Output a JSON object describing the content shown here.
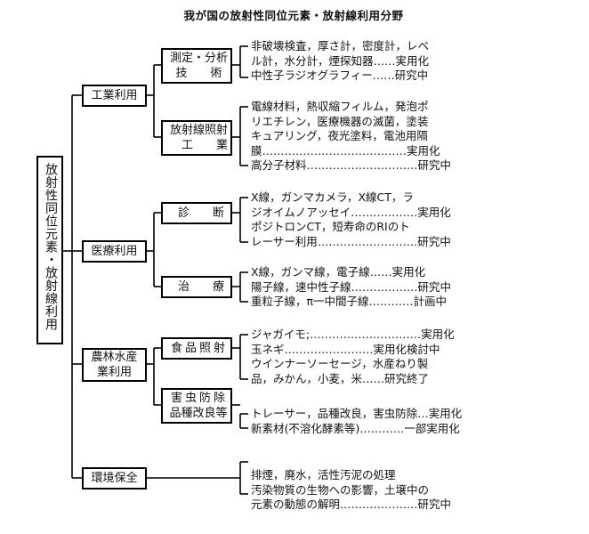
{
  "title": "我が国の放射性同位元素・放射線利用分野",
  "root": "放射性同位元素・放射線利用",
  "categories": [
    {
      "label": "工業利用"
    },
    {
      "label": "医療利用"
    },
    {
      "label": "農林水産業利用",
      "line1": "農林水産",
      "line2": "業利用"
    },
    {
      "label": "環境保全"
    }
  ],
  "subcategories": [
    {
      "line1": "測定・分析",
      "line2": "技　　術"
    },
    {
      "line1": "放射線照射",
      "line2": "工　　業"
    },
    {
      "line1": "診　　断"
    },
    {
      "line1": "治　　療"
    },
    {
      "line1": "食品照射"
    },
    {
      "line1": "害虫防除",
      "line2": "品種改良等"
    }
  ],
  "leaves": [
    {
      "lines": [
        "非破壊検査，厚さ計，密度計，レベ",
        "ル計，水分計，煙探知器……実用化",
        "中性子ラジオグラフィー……研究中"
      ]
    },
    {
      "lines": [
        "電線材料，熱収縮フィルム，発泡ポ",
        "リエチレン，医療機器の滅菌，塗装",
        "キュアリング，夜光塗料，電池用隔",
        "膜…………………………………実用化",
        "高分子材料…………………………研究中"
      ]
    },
    {
      "lines": [
        "X線，ガンマカメラ，X線CT，ラ",
        "ジオイムノアッセイ………………実用化",
        "ポジトロンCT，短寿命のRIのト",
        "レーサー利用………………………研究中"
      ]
    },
    {
      "lines": [
        "X線，ガンマ線，電子線……実用化",
        "陽子線，速中性子線………………研究中",
        "重粒子線，π一中間子線…………計画中"
      ]
    },
    {
      "lines": [
        "ジャガイモ;…………………………実用化",
        "玉ネギ……………………実用化検討中",
        "ウインナーソーセージ，水産ねり製",
        "品，みかん，小麦，米……研究終了"
      ]
    },
    {
      "lines": [
        "トレーサー，品種改良，害虫防除…実用化",
        "新素材(不溶化酵素等)…………一部実用化"
      ]
    },
    {
      "lines": [
        "排煙，廃水，活性汚泥の処理",
        "汚染物質の生物への影響，土壌中の",
        "元素の動態の解明…………………研究中"
      ]
    }
  ]
}
